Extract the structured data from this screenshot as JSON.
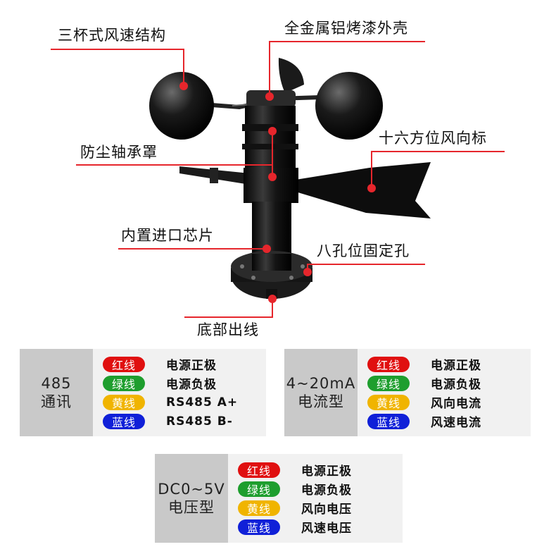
{
  "callouts": {
    "cups": "三杯式风速结构",
    "shell": "全金属铝烤漆外壳",
    "bearing": "防尘轴承罩",
    "vane": "十六方位风向标",
    "chip": "内置进口芯片",
    "holes": "八孔位固定孔",
    "bottom": "底部出线"
  },
  "colors": {
    "accent": "#e6262c",
    "red_wire": "#e01010",
    "green_wire": "#1e9e2e",
    "yellow_wire": "#f0b400",
    "blue_wire": "#1020d8",
    "label_bg": "#c9c9c9",
    "box_bg": "#f1f1f1"
  },
  "wiring": [
    {
      "type_label": [
        "485",
        "通讯"
      ],
      "rows": [
        {
          "wire": "红线",
          "color": "red",
          "desc": "电源正极"
        },
        {
          "wire": "绿线",
          "color": "green",
          "desc": "电源负极"
        },
        {
          "wire": "黄线",
          "color": "yellow",
          "desc": "RS485 A+"
        },
        {
          "wire": "蓝线",
          "color": "blue",
          "desc": "RS485 B-"
        }
      ]
    },
    {
      "type_label": [
        "4~20mA",
        "电流型"
      ],
      "rows": [
        {
          "wire": "红线",
          "color": "red",
          "desc": "电源正极"
        },
        {
          "wire": "绿线",
          "color": "green",
          "desc": "电源负极"
        },
        {
          "wire": "黄线",
          "color": "yellow",
          "desc": "风向电流"
        },
        {
          "wire": "蓝线",
          "color": "blue",
          "desc": "风速电流"
        }
      ]
    },
    {
      "type_label": [
        "DC0~5V",
        "电压型"
      ],
      "rows": [
        {
          "wire": "红线",
          "color": "red",
          "desc": "电源正极"
        },
        {
          "wire": "绿线",
          "color": "green",
          "desc": "电源负极"
        },
        {
          "wire": "黄线",
          "color": "yellow",
          "desc": "风向电压"
        },
        {
          "wire": "蓝线",
          "color": "blue",
          "desc": "风速电压"
        }
      ]
    }
  ]
}
